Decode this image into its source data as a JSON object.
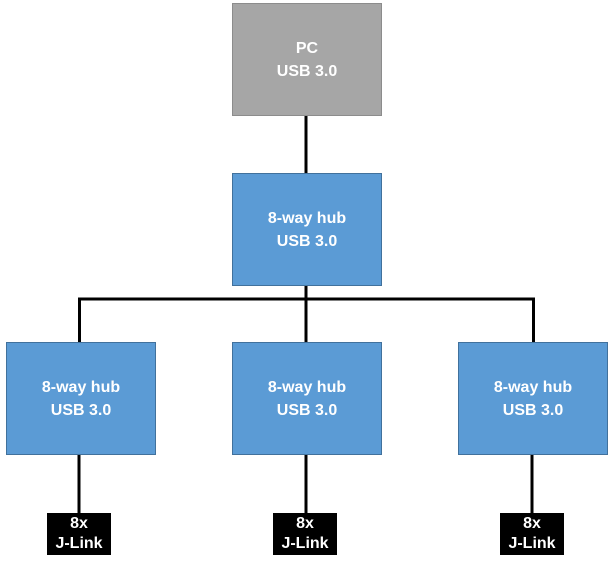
{
  "nodes": {
    "pc": {
      "line1": "PC",
      "line2": "USB 3.0"
    },
    "hub_root": {
      "line1": "8-way hub",
      "line2": "USB 3.0"
    },
    "hub_left": {
      "line1": "8-way hub",
      "line2": "USB 3.0"
    },
    "hub_mid": {
      "line1": "8-way hub",
      "line2": "USB 3.0"
    },
    "hub_right": {
      "line1": "8-way hub",
      "line2": "USB 3.0"
    },
    "probe_left": {
      "line1": "8x",
      "line2": "J-Link"
    },
    "probe_mid": {
      "line1": "8x",
      "line2": "J-Link"
    },
    "probe_right": {
      "line1": "8x",
      "line2": "J-Link"
    }
  },
  "colors": {
    "pc_fill": "#a6a6a6",
    "hub_fill": "#5b9bd5",
    "probe_fill": "#000000",
    "connector": "#000000",
    "text": "#ffffff"
  }
}
